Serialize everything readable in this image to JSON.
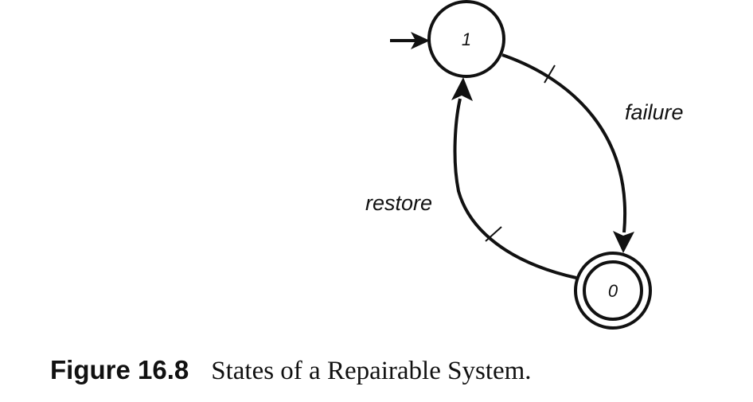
{
  "states": [
    {
      "id": "state-1",
      "label": "1",
      "initial": true,
      "accepting": false
    },
    {
      "id": "state-0",
      "label": "0",
      "initial": false,
      "accepting": true
    }
  ],
  "edges": [
    {
      "from": "1",
      "to": "0",
      "label": "failure"
    },
    {
      "from": "0",
      "to": "1",
      "label": "restore"
    }
  ],
  "caption": {
    "number": "Figure 16.8",
    "text": "States of a Repairable System."
  },
  "colors": {
    "stroke": "#111111",
    "background": "#ffffff"
  }
}
